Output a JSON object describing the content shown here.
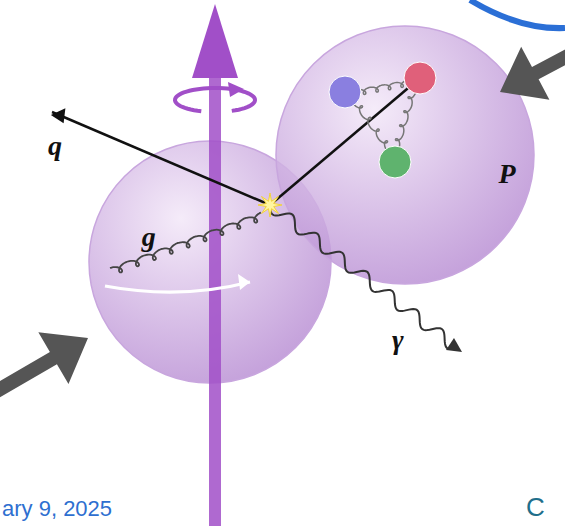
{
  "diagram": {
    "nodes": [
      {
        "text": [
          "g"
        ]
      },
      {
        "text": [
          "P"
        ]
      }
    ],
    "labels": [
      "q",
      "γ",
      "ary 9, 2025",
      "C"
    ]
  }
}
